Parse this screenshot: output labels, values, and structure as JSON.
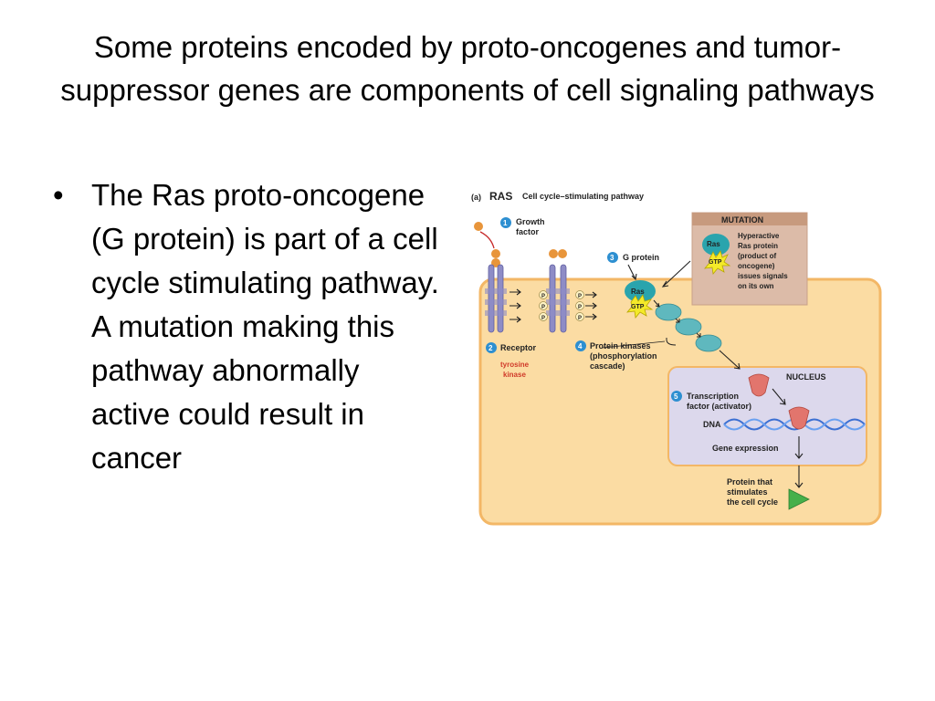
{
  "slide": {
    "title": "Some proteins encoded by proto-oncogenes and tumor-suppressor genes are components of cell signaling pathways",
    "bullets": [
      "The Ras proto-oncogene (G protein) is part of a cell cycle stimulating pathway. A mutation making this pathway abnormally active could result in cancer"
    ]
  },
  "diagram": {
    "panel_label": "(a)",
    "panel_name": "RAS",
    "panel_title": "Cell cycle–stimulating pathway",
    "step1": "Growth factor",
    "step2": "Receptor",
    "receptor_sub": "tyrosine kinase",
    "step3": "G protein",
    "step4": "Protein kinases (phosphorylation cascade)",
    "step5": "Transcription factor (activator)",
    "mutation_header": "MUTATION",
    "mutation_text": "Hyperactive Ras protein (product of oncogene) issues signals on its own",
    "ras": "Ras",
    "gtp": "GTP",
    "phospho": "P",
    "nucleus": "NUCLEUS",
    "dna": "DNA",
    "gene_expression": "Gene expression",
    "protein_result": "Protein that stimulates the cell cycle",
    "colors": {
      "cell": "#fbdca3",
      "nucleus": "#dcd8ec",
      "mutation": "#dcbba8",
      "kinase": "#5fb8be",
      "ras": "#2aa4ad",
      "gtp": "#f4ea2a",
      "receptor": "#8e8cc6",
      "transcription": "#e2756d",
      "dna": "#3b6fd2",
      "arrowhead": "#46b04a",
      "step_badge": "#2d8fd1",
      "tyrosine_kinase_label": "#d03a2a"
    }
  }
}
